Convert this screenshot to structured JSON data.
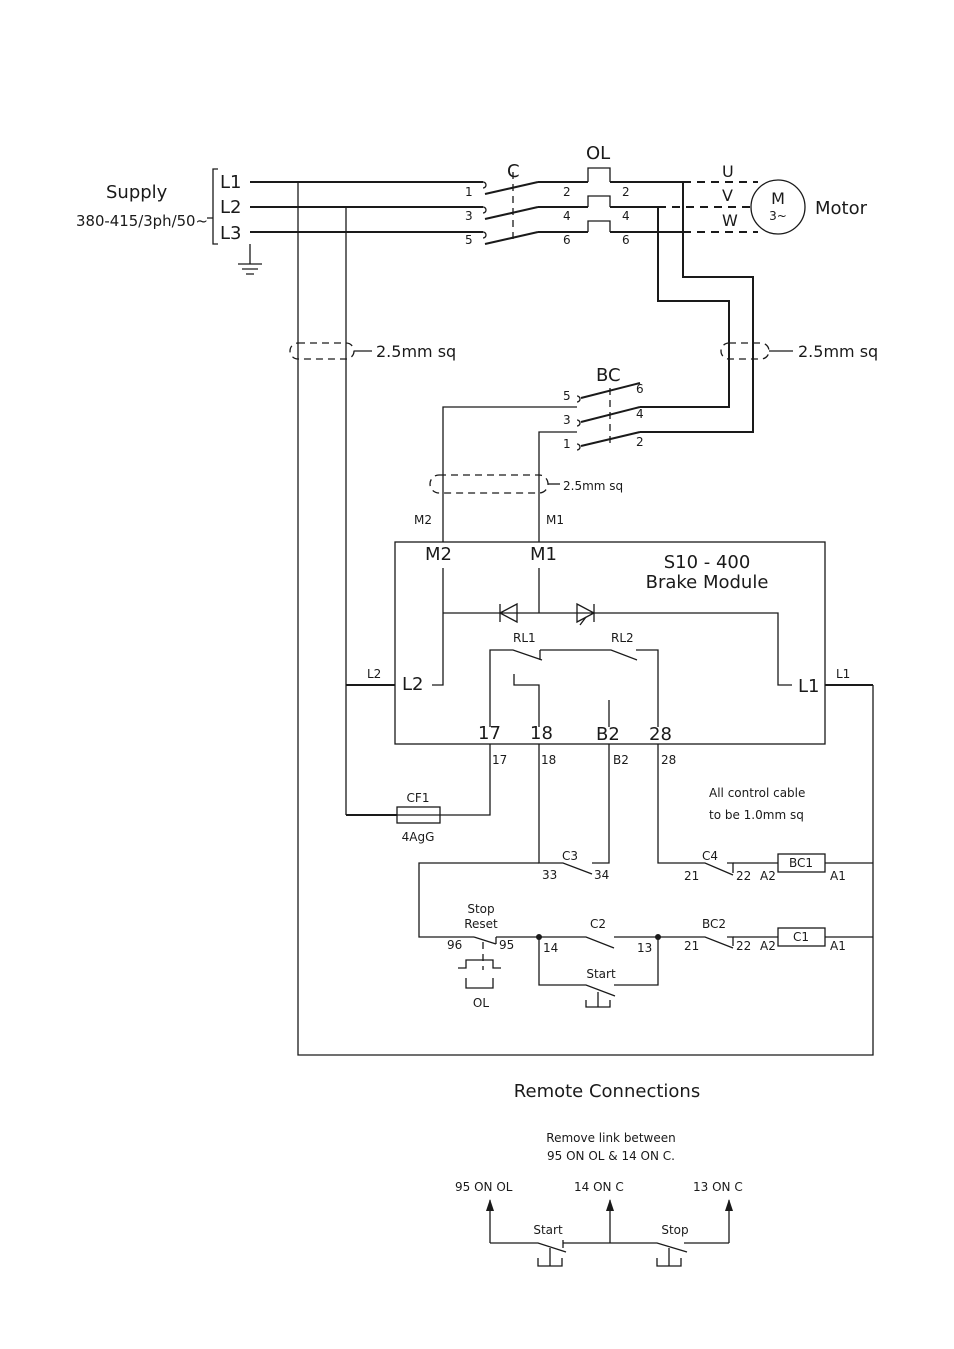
{
  "supply": {
    "title": "Supply",
    "spec": "380-415/3ph/50~",
    "lines": [
      "L1",
      "L2",
      "L3"
    ]
  },
  "contactor": {
    "label": "C",
    "in": [
      "1",
      "3",
      "5"
    ],
    "out": [
      "2",
      "4",
      "6"
    ]
  },
  "overload": {
    "label": "OL",
    "in": [
      "2",
      "4",
      "6"
    ],
    "out": [
      "2",
      "4",
      "6"
    ]
  },
  "motor": {
    "label": "Motor",
    "symbol": "M",
    "phase": "3~",
    "terminals": [
      "U",
      "V",
      "W"
    ]
  },
  "cables": {
    "c1": "2.5mm sq",
    "c2": "2.5mm sq",
    "c3": "2.5mm  sq"
  },
  "bc": {
    "label": "BC",
    "in": [
      "5",
      "3",
      "1"
    ],
    "out": [
      "6",
      "4",
      "2"
    ]
  },
  "wire_tags": {
    "m2": "M2",
    "m1": "M1",
    "l2": "L2",
    "l1": "L1",
    "t17": "17",
    "t18": "18",
    "tb2": "B2",
    "t28": "28"
  },
  "module": {
    "title1": "S10 - 400",
    "title2": "Brake Module",
    "m2": "M2",
    "m1": "M1",
    "l2": "L2",
    "l1": "L1",
    "rl1": "RL1",
    "rl2": "RL2",
    "t17": "17",
    "t18": "18",
    "tb2": "B2",
    "t28": "28"
  },
  "fuse": {
    "label": "CF1",
    "rating": "4AgG"
  },
  "note": {
    "line1": "All control cable",
    "line2": "to be 1.0mm sq"
  },
  "control": {
    "c3": "C3",
    "c3_a": "33",
    "c3_b": "34",
    "c4": "C4",
    "c4_a": "21",
    "c4_b": "22",
    "bc1_a2": "A2",
    "bc1": "BC1",
    "bc1_a1": "A1",
    "stop_reset1": "Stop",
    "stop_reset2": "Reset",
    "t96": "96",
    "t95": "95",
    "ol": "OL",
    "c2": "C2",
    "t14": "14",
    "t13": "13",
    "start": "Start",
    "bc2": "BC2",
    "bc2_a": "21",
    "bc2_b": "22",
    "c1_a2": "A2",
    "c1": "C1",
    "c1_a1": "A1"
  },
  "remote": {
    "title": "Remote Connections",
    "note1": "Remove link between",
    "note2": "95 ON OL  &  14 ON C.",
    "p1": "95  ON  OL",
    "p2": "14  ON  C",
    "p3": "13  ON  C",
    "start": "Start",
    "stop": "Stop"
  }
}
